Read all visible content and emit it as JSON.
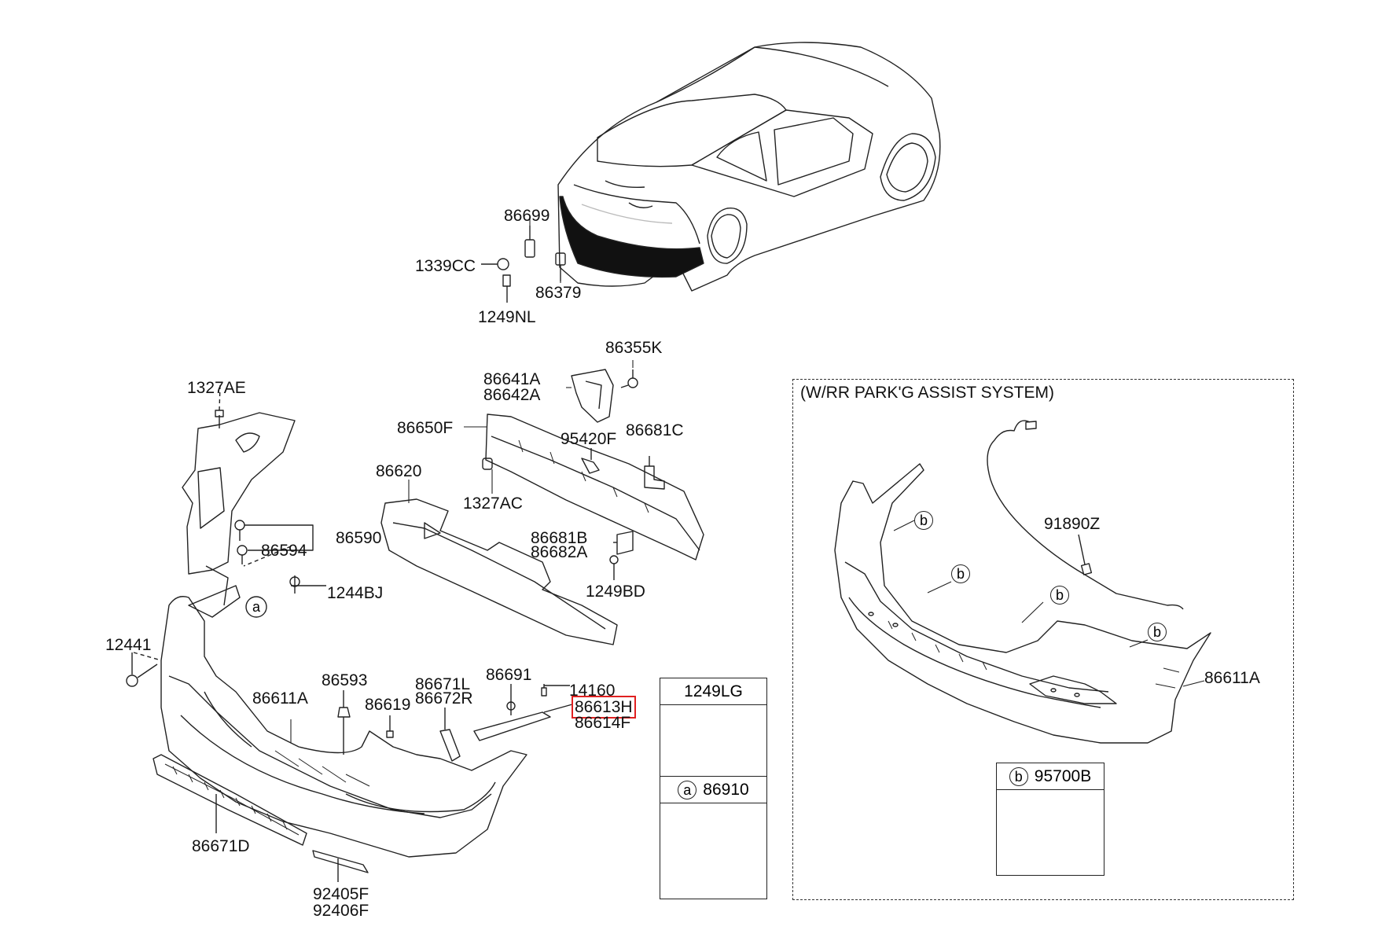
{
  "diagram": {
    "parts": {
      "p86699": "86699",
      "p1339CC": "1339CC",
      "p86379": "86379",
      "p1249NL": "1249NL",
      "p86355K": "86355K",
      "p86641A": "86641A",
      "p86642A": "86642A",
      "p1327AE": "1327AE",
      "p86650F": "86650F",
      "p95420F": "95420F",
      "p86681C": "86681C",
      "p86620": "86620",
      "p1327AC": "1327AC",
      "p86590": "86590",
      "p86594": "86594",
      "p86681B": "86681B",
      "p86682A": "86682A",
      "p1244BJ": "1244BJ",
      "p1249BD": "1249BD",
      "p12441": "12441",
      "p86593": "86593",
      "p86671L": "86671L",
      "p86672R": "86672R",
      "p86691": "86691",
      "p14160": "14160",
      "p86611A_left": "86611A",
      "p86619": "86619",
      "p86613H": "86613H",
      "p86614F": "86614F",
      "p86671D": "86671D",
      "p92405F": "92405F",
      "p92406F": "92406F",
      "p91890Z": "91890Z",
      "p86611A_right": "86611A"
    },
    "callouts": {
      "a_tag": "a",
      "b_tag": "b"
    },
    "legend": {
      "box1_label": "1249LG",
      "box2_tag": "a",
      "box2_label": "86910",
      "box3_tag": "b",
      "box3_label": "95700B"
    },
    "park_assist_title": "(W/RR PARK'G ASSIST SYSTEM)",
    "highlight_color": "#e02020"
  }
}
